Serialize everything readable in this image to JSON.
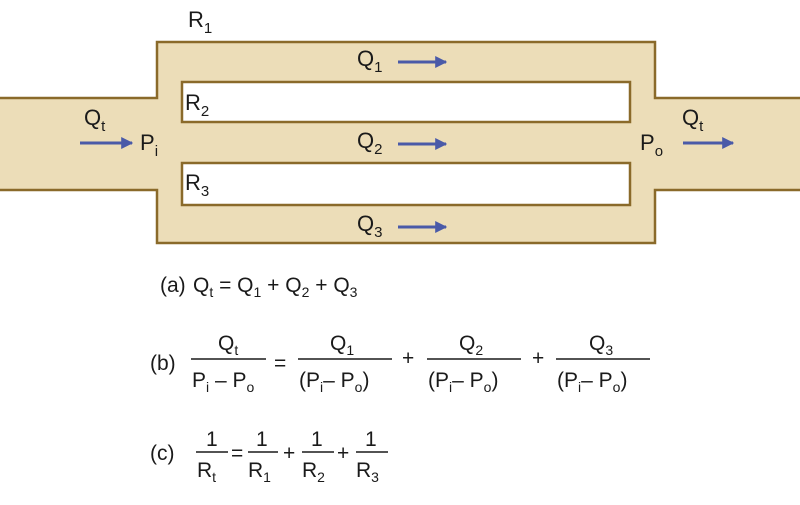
{
  "diagram": {
    "colors": {
      "pipe_fill": "#ecddb8",
      "pipe_stroke": "#8a6a2a",
      "arrow": "#4a5aa8",
      "text": "#1a1a1a"
    },
    "labels": {
      "R1": {
        "main": "R",
        "sub": "1"
      },
      "R2": {
        "main": "R",
        "sub": "2"
      },
      "R3": {
        "main": "R",
        "sub": "3"
      },
      "Q1": {
        "main": "Q",
        "sub": "1"
      },
      "Q2": {
        "main": "Q",
        "sub": "2"
      },
      "Q3": {
        "main": "Q",
        "sub": "3"
      },
      "Qt_in": {
        "main": "Q",
        "sub": "t"
      },
      "Qt_out": {
        "main": "Q",
        "sub": "t"
      },
      "Pi": {
        "main": "P",
        "sub": "i"
      },
      "Po": {
        "main": "P",
        "sub": "o"
      }
    }
  },
  "equations": {
    "a": {
      "tag": "(a)"
    },
    "b": {
      "tag": "(b)",
      "minus": "–",
      "plus": "+",
      "equals": "="
    },
    "c": {
      "tag": "(c)",
      "one": "1",
      "plus": "+",
      "equals": "="
    }
  }
}
